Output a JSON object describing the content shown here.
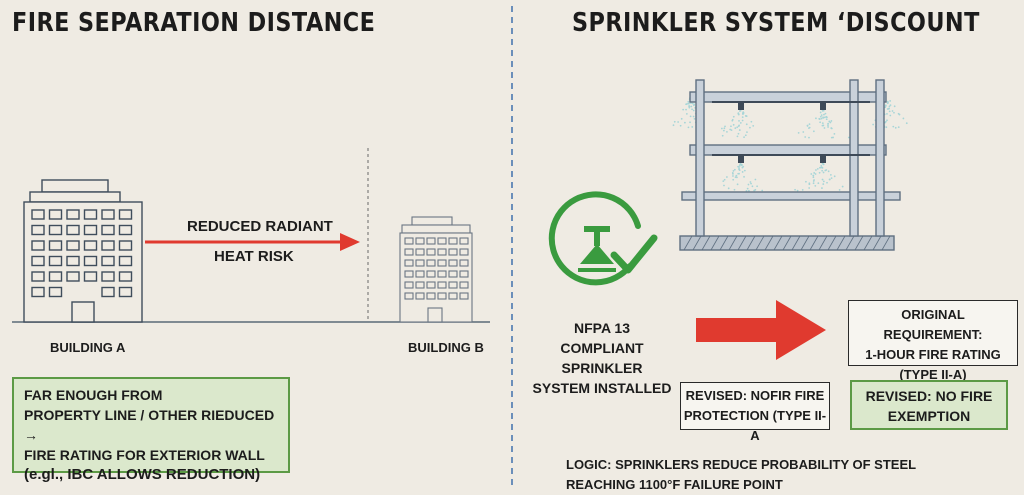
{
  "left": {
    "title": "FIRE SEPARATION DISTANCE",
    "arrow_label_line1": "REDUCED RADIANT",
    "arrow_label_line2": "HEAT RISK",
    "building_a_label": "BUILDING A",
    "building_b_label": "BUILDING B",
    "note_lines": [
      "FAR ENOUGH FROM",
      "PROPERTY LINE / OTHER RIEDUCED →",
      "FIRE RATING FOR EXTERIOR WALL",
      "(e.gl., IBC ALLOWS REDUCTION)"
    ]
  },
  "right": {
    "title": "SPRINKLER SYSTEM ‘DISCOUNT",
    "nfpa_lines": [
      "NFPA 13",
      "COMPLIANT",
      "SPRINKLER",
      "SYSTEM INSTALLED"
    ],
    "original_lines": [
      "ORIGINAL REQUIREMENT:",
      "1-HOUR FIRE RATING",
      "(TYPE II-A)"
    ],
    "revised_plain_lines": [
      "REVISED: NOFIR FIRE",
      "PROTECTION (TYPE II-A"
    ],
    "revised_green_lines": [
      "REVISED: NO FIRE",
      "EXEMPTION"
    ],
    "logic_lines": [
      "LOGIC: SPRINKLERS REDUCE PROBABILITY OF STEEL",
      "REACHING 1100°F FAILURE POINT"
    ]
  },
  "colors": {
    "background": "#efebe3",
    "arrow_red": "#e03a2f",
    "sprinkler_green": "#3a9b3f",
    "divider_blue": "#4a78b0",
    "spray_teal": "#6ec4cf",
    "frame_steel": "#5f6f80"
  },
  "icons": [
    "building-a-icon",
    "building-b-icon",
    "sprinkler-check-icon",
    "steel-frame-icon"
  ]
}
